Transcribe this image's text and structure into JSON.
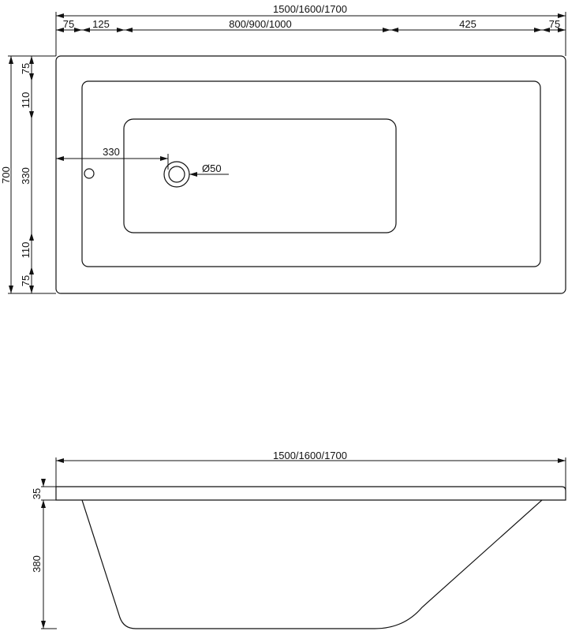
{
  "top_view": {
    "overall_length": "1500/1600/1700",
    "segments": [
      "75",
      "125",
      "800/900/1000",
      "425",
      "75"
    ],
    "overall_width": "700",
    "width_segments": [
      "75",
      "110",
      "330",
      "110",
      "75"
    ],
    "drain_offset": "330",
    "drain_diameter": "Ø50"
  },
  "side_view": {
    "overall_length": "1500/1600/1700",
    "rim_height": "35",
    "body_depth": "380"
  }
}
